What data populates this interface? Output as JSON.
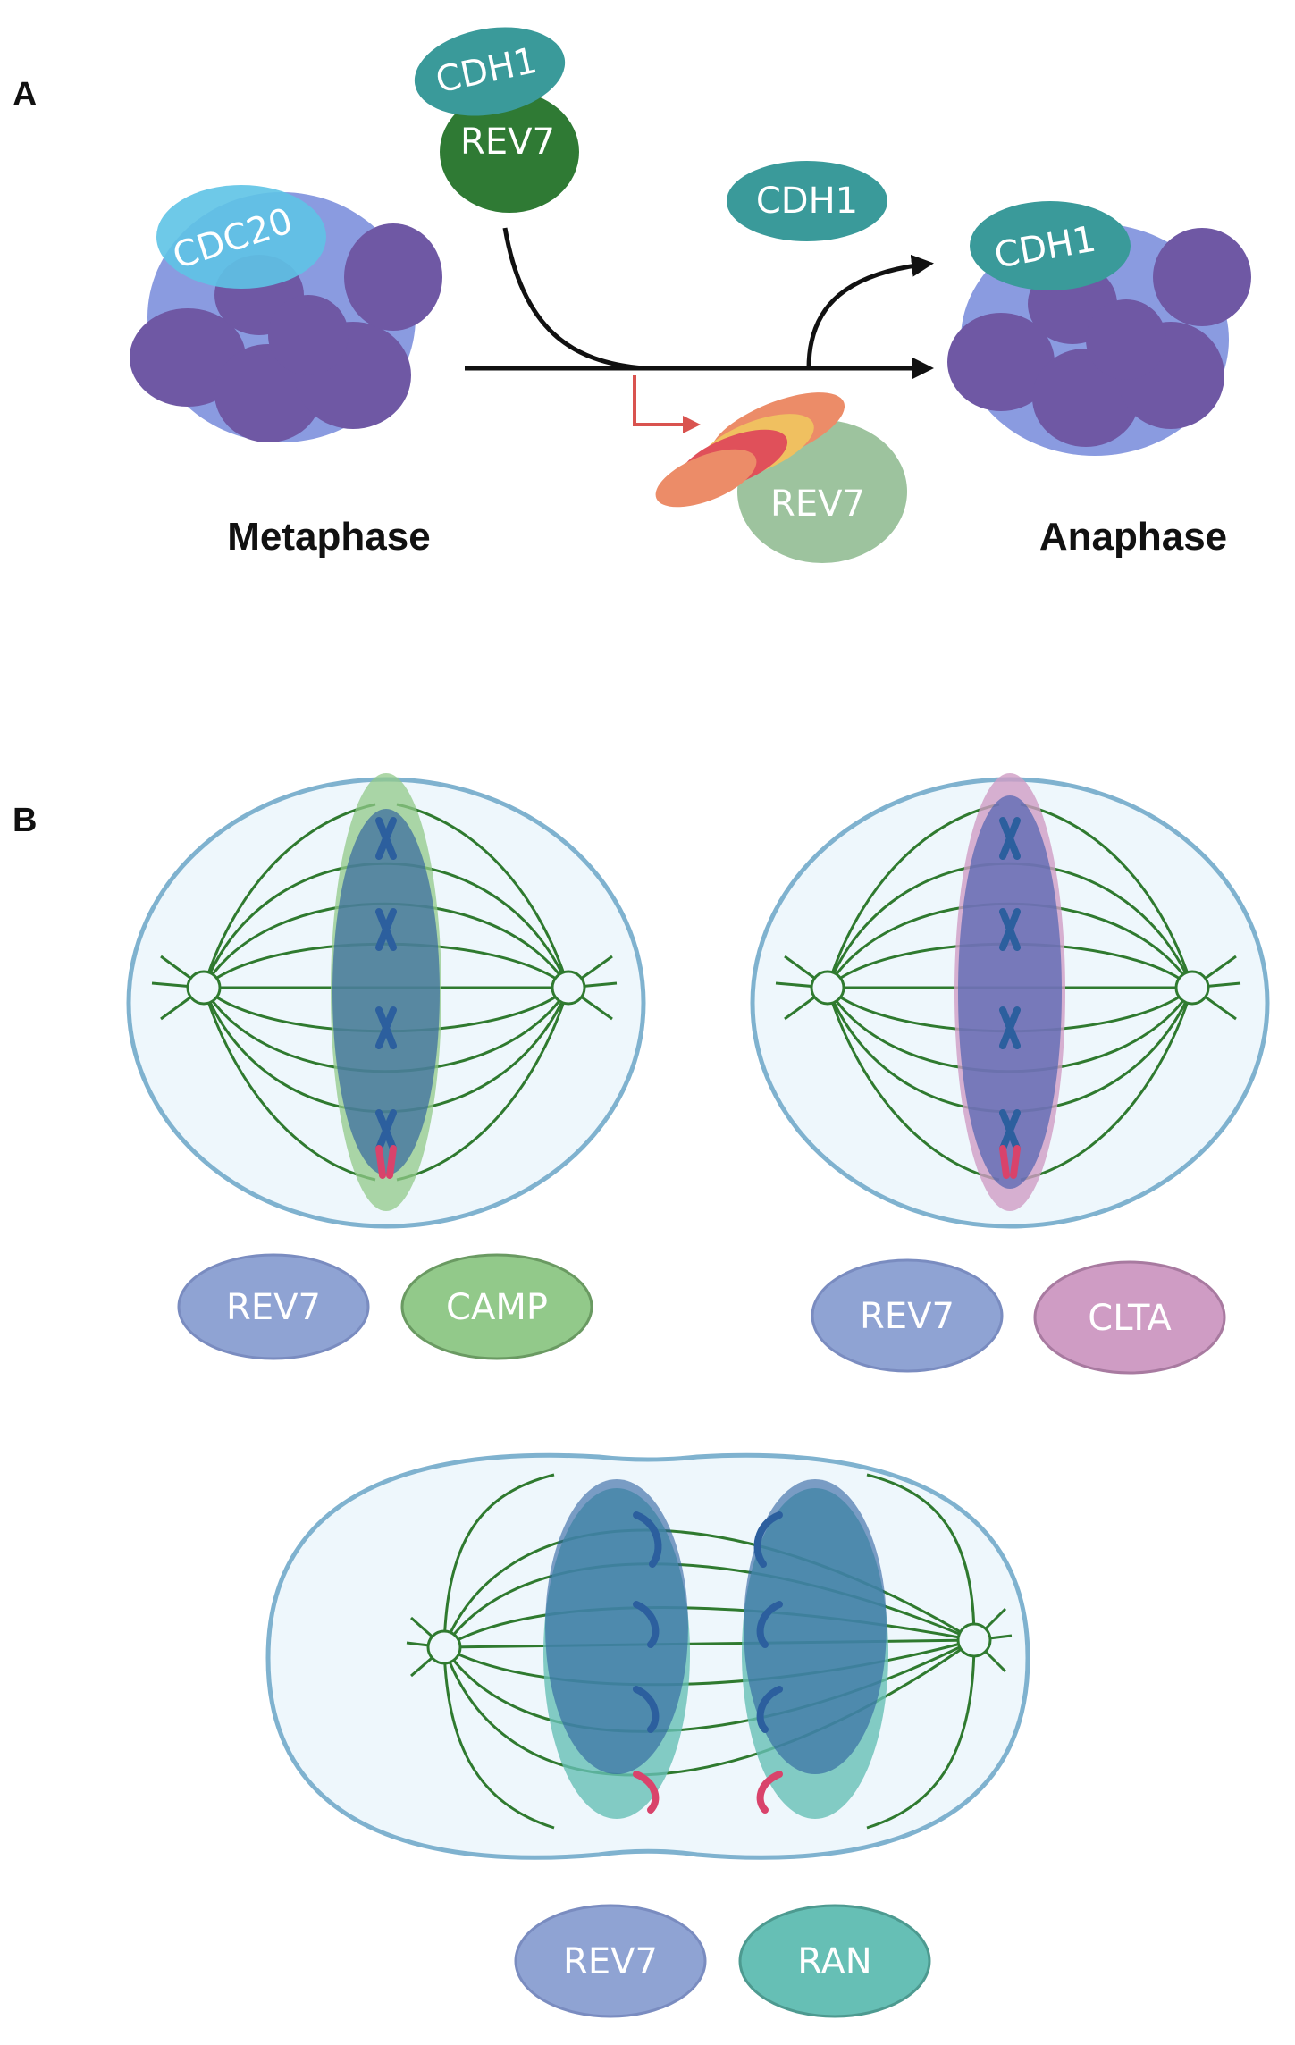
{
  "panel_a": {
    "letter": "A",
    "metaphase_label": "Metaphase",
    "anaphase_label": "Anaphase",
    "cdc20_label": "CDC20",
    "cdh1_top_label": "CDH1",
    "rev7_top_label": "REV7",
    "cdh1_free_label": "CDH1",
    "cdh1_anaphase_label": "CDH1",
    "rev7_degraded_label": "REV7"
  },
  "panel_b": {
    "letter": "B",
    "legend_left": {
      "rev7": "REV7",
      "partner": "CAMP"
    },
    "legend_right": {
      "rev7": "REV7",
      "partner": "CLTA"
    },
    "legend_bottom": {
      "rev7": "REV7",
      "partner": "RAN"
    }
  },
  "colors": {
    "apc": "#6f58a4",
    "apc_back": "#8a9be0",
    "cdc20": "#5ec3e6",
    "cdh1": "#3a9a9a",
    "rev7": "#2f7a34",
    "rev7_faded": "#9dc39e",
    "ubiquitin_red": "#e0505a",
    "ubiquitin_yellow": "#f0c060",
    "arrow": "#111111",
    "red_arrow": "#d9534f",
    "cell_outline": "#7fb2cf",
    "cell_fill": "#eef7fc",
    "microtubule": "#2f7a2f",
    "rev7_legend": "#8fa3d3",
    "camp_legend": "#92c98a",
    "clta_legend": "#cf9cc4",
    "ran_legend": "#66bfb5",
    "chromosome": "#2c5f9e",
    "kinetochore_tip": "#d9436b"
  }
}
